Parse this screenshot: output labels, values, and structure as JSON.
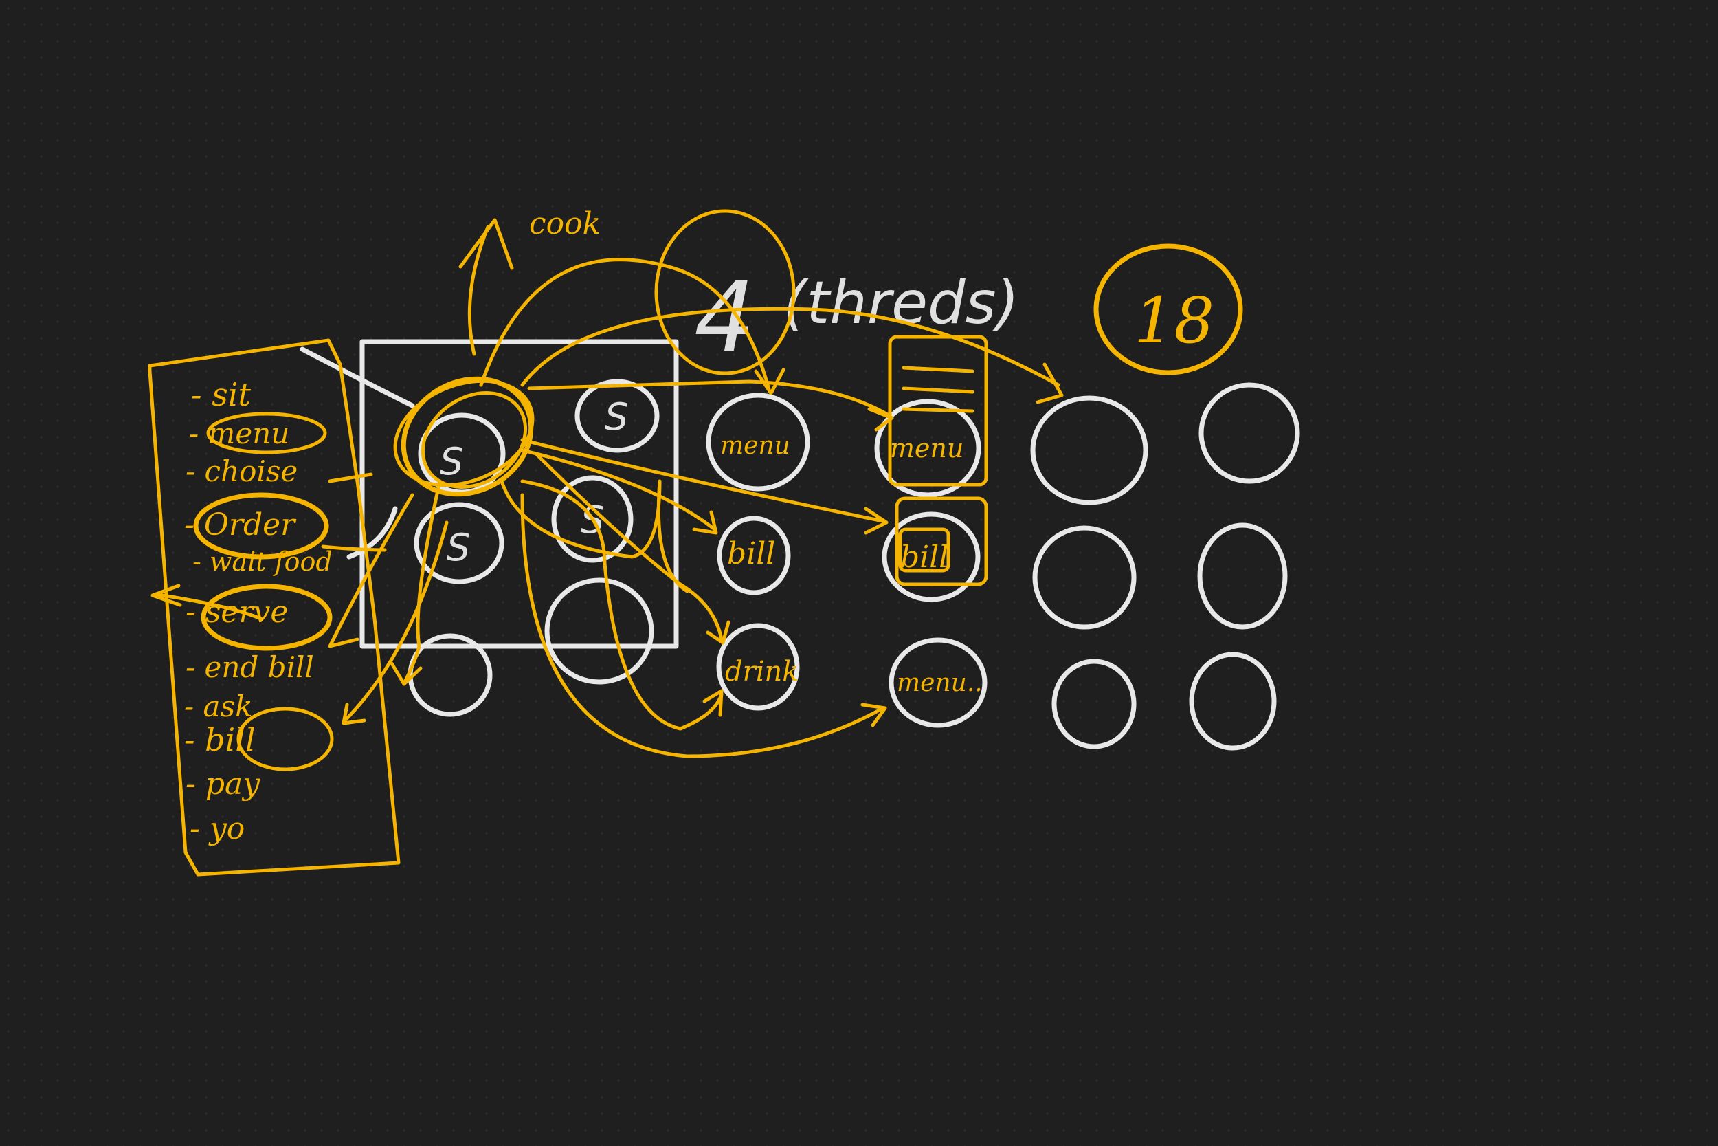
{
  "colors": {
    "background": "#1f1f1f",
    "ink_white": "#e8e8e8",
    "ink_yellow": "#f5b400"
  },
  "labels": {
    "cook": "cook",
    "threads_count": "4",
    "threads": "(threds)",
    "total": "18"
  },
  "steps": [
    "- sit",
    "- menu",
    "- choise",
    "- Order",
    "- wait food",
    "- serve",
    "- end bill",
    "- ask",
    "- bill",
    "- pay",
    "- yo"
  ],
  "tables": {
    "s1": "S",
    "s2": "S",
    "s3": "S",
    "s4": "S",
    "menu_1": "menu",
    "bill_1": "bill",
    "drink_1": "drink",
    "menu_2": "menu",
    "bill_2": "bill",
    "menu_3": "menu.."
  }
}
